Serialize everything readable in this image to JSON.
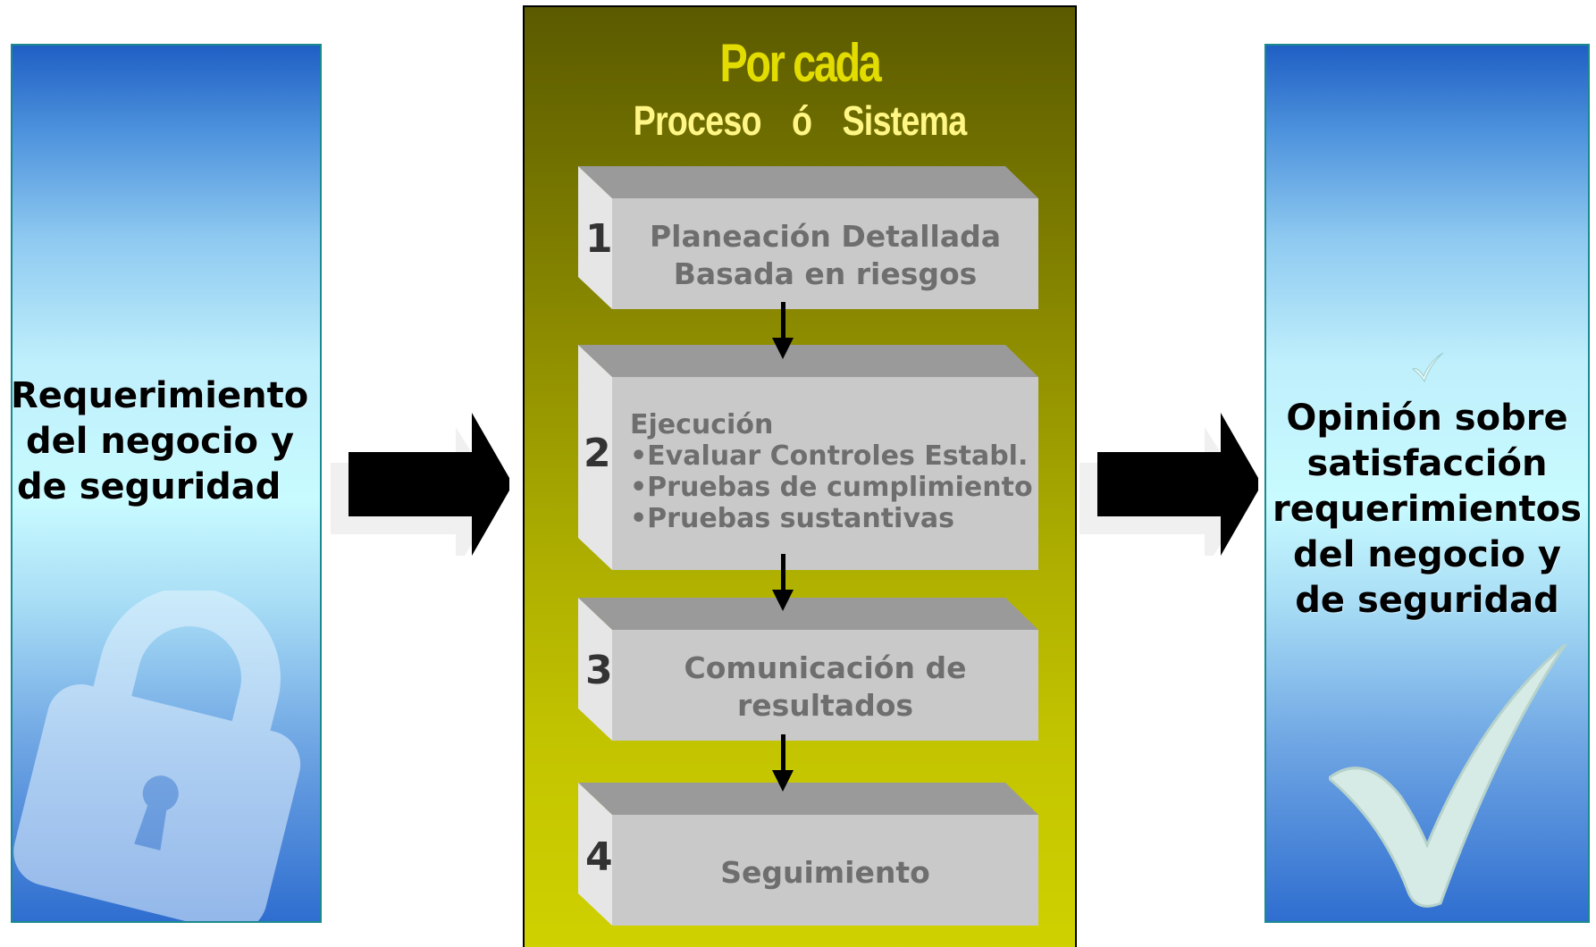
{
  "left_panel": {
    "lines": [
      "Requerimiento",
      "del negocio y",
      "de seguridad"
    ],
    "icon": "lock-icon"
  },
  "center_panel": {
    "title": "Por cada",
    "subtitle": "Proceso   ó   Sistema",
    "steps": [
      {
        "number": "1",
        "lines": [
          "Planeación Detallada",
          "Basada en riesgos"
        ]
      },
      {
        "number": "2",
        "lines": [
          "Ejecución",
          "•Evaluar Controles Establ.",
          "•Pruebas de cumplimiento",
          "•Pruebas sustantivas"
        ]
      },
      {
        "number": "3",
        "lines": [
          "Comunicación de",
          "resultados"
        ]
      },
      {
        "number": "4",
        "lines": [
          "Seguimiento"
        ]
      }
    ]
  },
  "right_panel": {
    "lines": [
      "Opinión sobre",
      "satisfacción",
      "requerimientos",
      "del negocio y",
      "de seguridad"
    ],
    "icons": [
      "check-small-icon",
      "check-big-icon"
    ]
  },
  "colors": {
    "side_gradient_top": "#1f5fc4",
    "side_gradient_mid": "#c8fbff",
    "center_gradient_top": "#5b5a00",
    "center_gradient_bottom": "#cfd100",
    "title_yellow": "#e2dc00",
    "subtitle_yellow": "#fff685",
    "step_box": "#c9c9c9",
    "step_text": "#6e6e6e"
  }
}
